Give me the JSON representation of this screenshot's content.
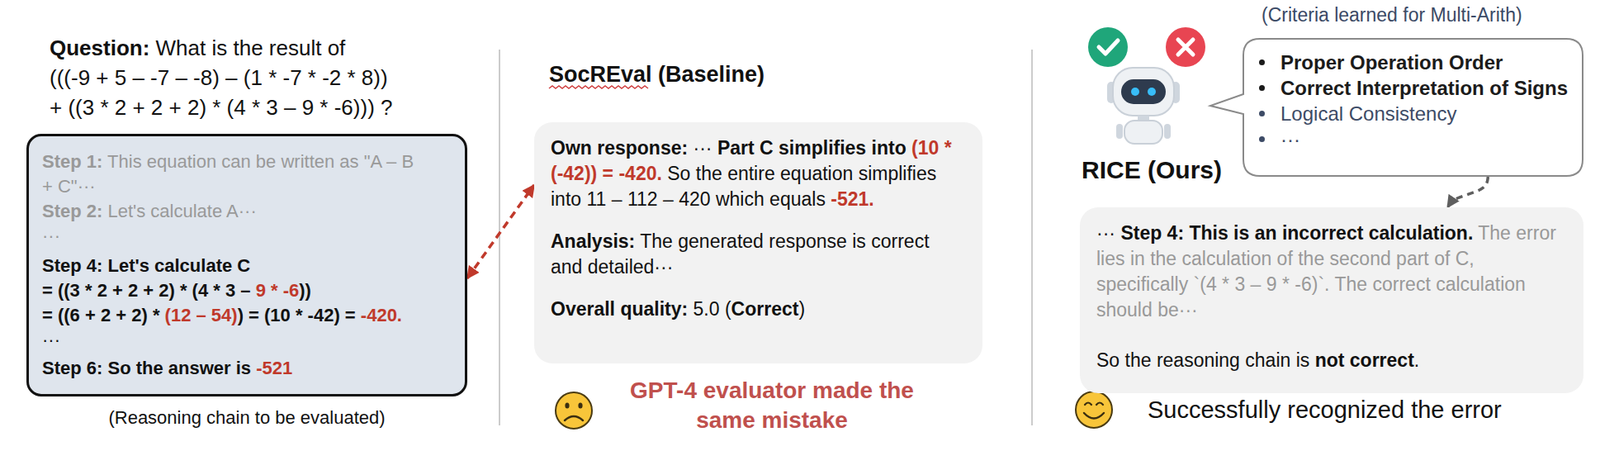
{
  "diagram": {
    "nodes": [
      {
        "text": [
          "Step 1: This equation can be written as \"A – B + C\"···",
          "Step 2: Let's calculate A···",
          "···",
          "Step 4: Let's calculate C",
          "= ((3 * 2 + 2 + 2) * (4 * 3 – 9 * -6))",
          "= ((6 + 2 + 2) * (12 – 54)) = (10 * -42) = -420.",
          "···",
          "Step 6: So the answer is -521"
        ]
      },
      {
        "text": [
          "Own response: ··· Part C simplifies into (10 * (-42)) = -420. So the entire equation simplifies into 11 – 112 – 420 which equals -521.",
          "Analysis: The generated response is correct and detailed···",
          "Overall quality: 5.0 (Correct)"
        ]
      },
      {
        "text": [
          "Proper Operation Order",
          "Correct Interpretation of Signs",
          "Logical Consistency",
          "···"
        ]
      },
      {
        "text": [
          "··· Step 4: This is an incorrect calculation. The error lies in the calculation of the second part of C, specifically `(4 * 3 – 9 * -6)`. The correct calculation should be···",
          "So the reasoning chain is not correct."
        ]
      }
    ],
    "edges": [
      {
        "from": 0,
        "to": 1,
        "arrow": "both"
      },
      {
        "from": 2,
        "to": 3,
        "arrow": "to"
      }
    ],
    "labels": [
      "Question: What is the result of (((-9 + 5 – -7 – -8) – (1 * -7 * -2 * 8)) + ((3 * 2 + 2 + 2) * (4 * 3 – 9 * -6))) ?",
      "(Reasoning chain to be evaluated)",
      "SocREval (Baseline)",
      "GPT-4 evaluator made the same mistake",
      "(Criteria learned for Multi-Arith)",
      "RICE (Ours)",
      "Successfully recognized the error"
    ]
  }
}
